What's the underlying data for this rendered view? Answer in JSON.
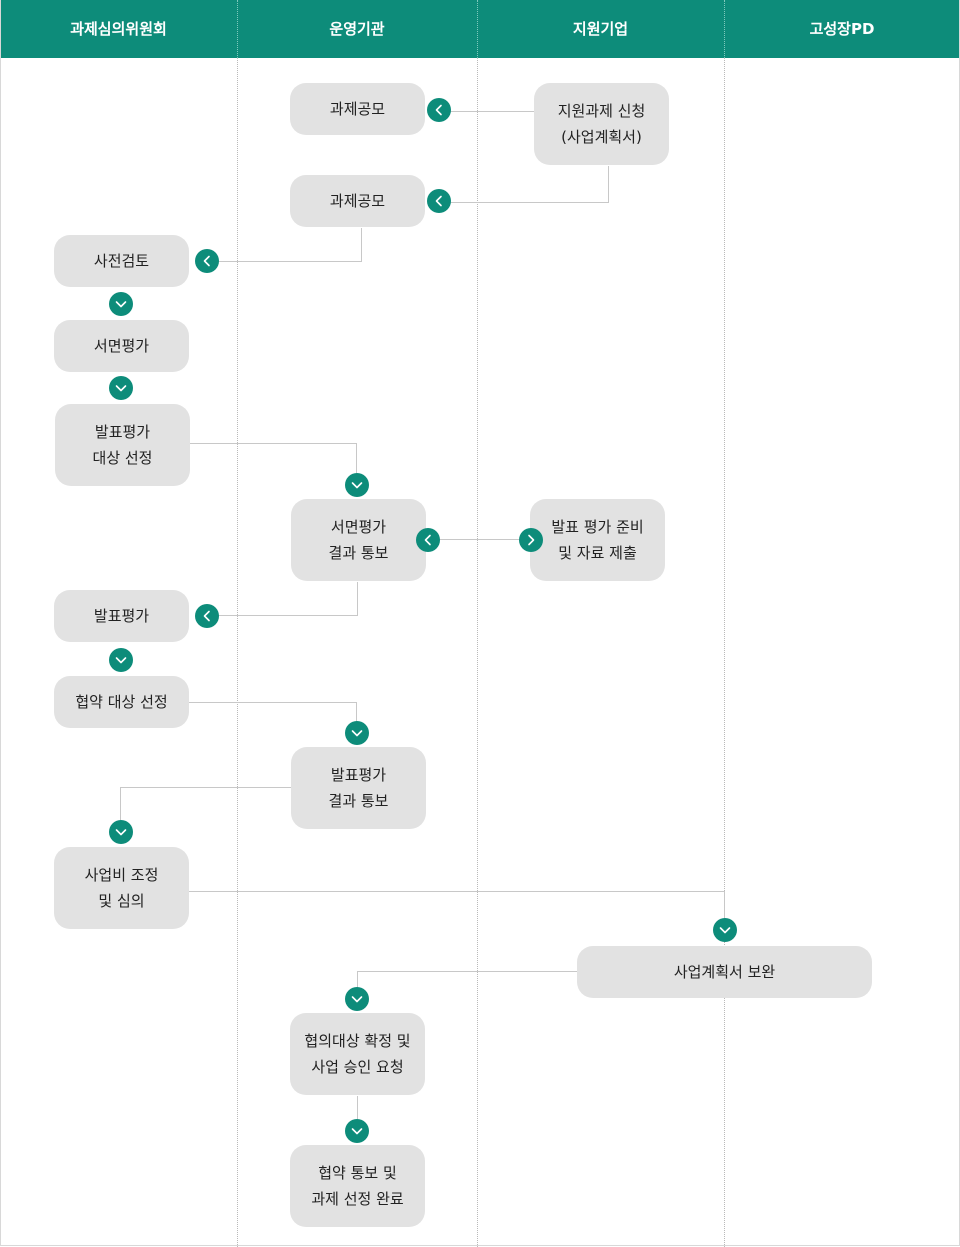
{
  "columns": [
    "과제심의위원회",
    "운영기관",
    "지원기업",
    "고성장PD"
  ],
  "steps": {
    "s1": "과제공모",
    "s2": "지원과제 신청\n(사업계획서)",
    "s3": "과제공모",
    "s4": "사전검토",
    "s5": "서면평가",
    "s6": "발표평가\n대상 선정",
    "s7": "서면평가\n결과 통보",
    "s8": "발표 평가 준비\n및 자료 제출",
    "s9": "발표평가",
    "s10": "협약 대상 선정",
    "s11": "발표평가\n결과 통보",
    "s12": "사업비 조정\n및 심의",
    "s13": "사업계획서 보완",
    "s14": "협의대상 확정 및\n사업 승인 요청",
    "s15": "협약 통보 및\n과제 선정 완료"
  },
  "colors": {
    "header": "#0d8c7a",
    "box": "#e2e2e2",
    "connector": "#c8c8c8",
    "arrow": "#0d8c7a"
  },
  "icons": [
    "chevron-left-icon",
    "chevron-right-icon",
    "chevron-down-icon"
  ]
}
